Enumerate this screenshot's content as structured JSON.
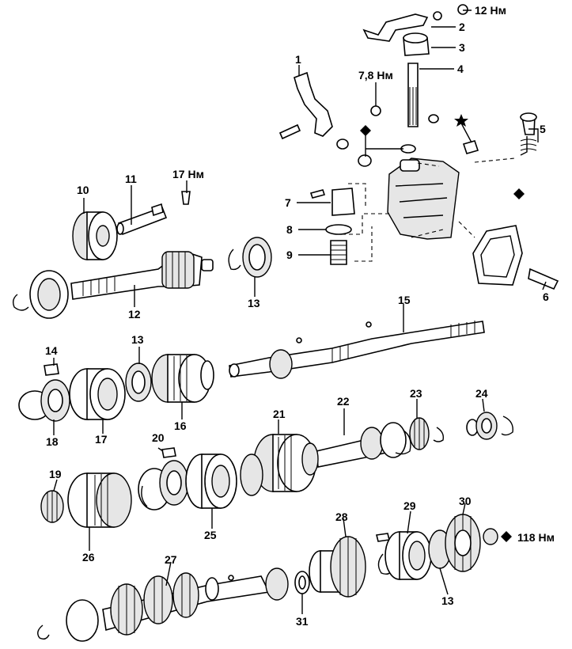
{
  "labels": {
    "n1": "1",
    "n2": "2",
    "n3": "3",
    "n4": "4",
    "n5": "5",
    "n6": "6",
    "n7": "7",
    "n8": "8",
    "n9": "9",
    "n10": "10",
    "n11": "11",
    "n12": "12",
    "n13a": "13",
    "n13b": "13",
    "n13c": "13",
    "n14": "14",
    "n15": "15",
    "n16": "16",
    "n17": "17",
    "n18": "18",
    "n19": "19",
    "n20": "20",
    "n21": "21",
    "n22": "22",
    "n23": "23",
    "n24": "24",
    "n25": "25",
    "n26": "26",
    "n27": "27",
    "n28": "28",
    "n29": "29",
    "n30": "30",
    "n31": "31"
  },
  "torques": {
    "t12": "12 Нм",
    "t78": "7,8 Нм",
    "t17": "17 Нм",
    "t118": "118 Нм"
  },
  "symbols": [
    "diamond-marker",
    "star-marker"
  ]
}
